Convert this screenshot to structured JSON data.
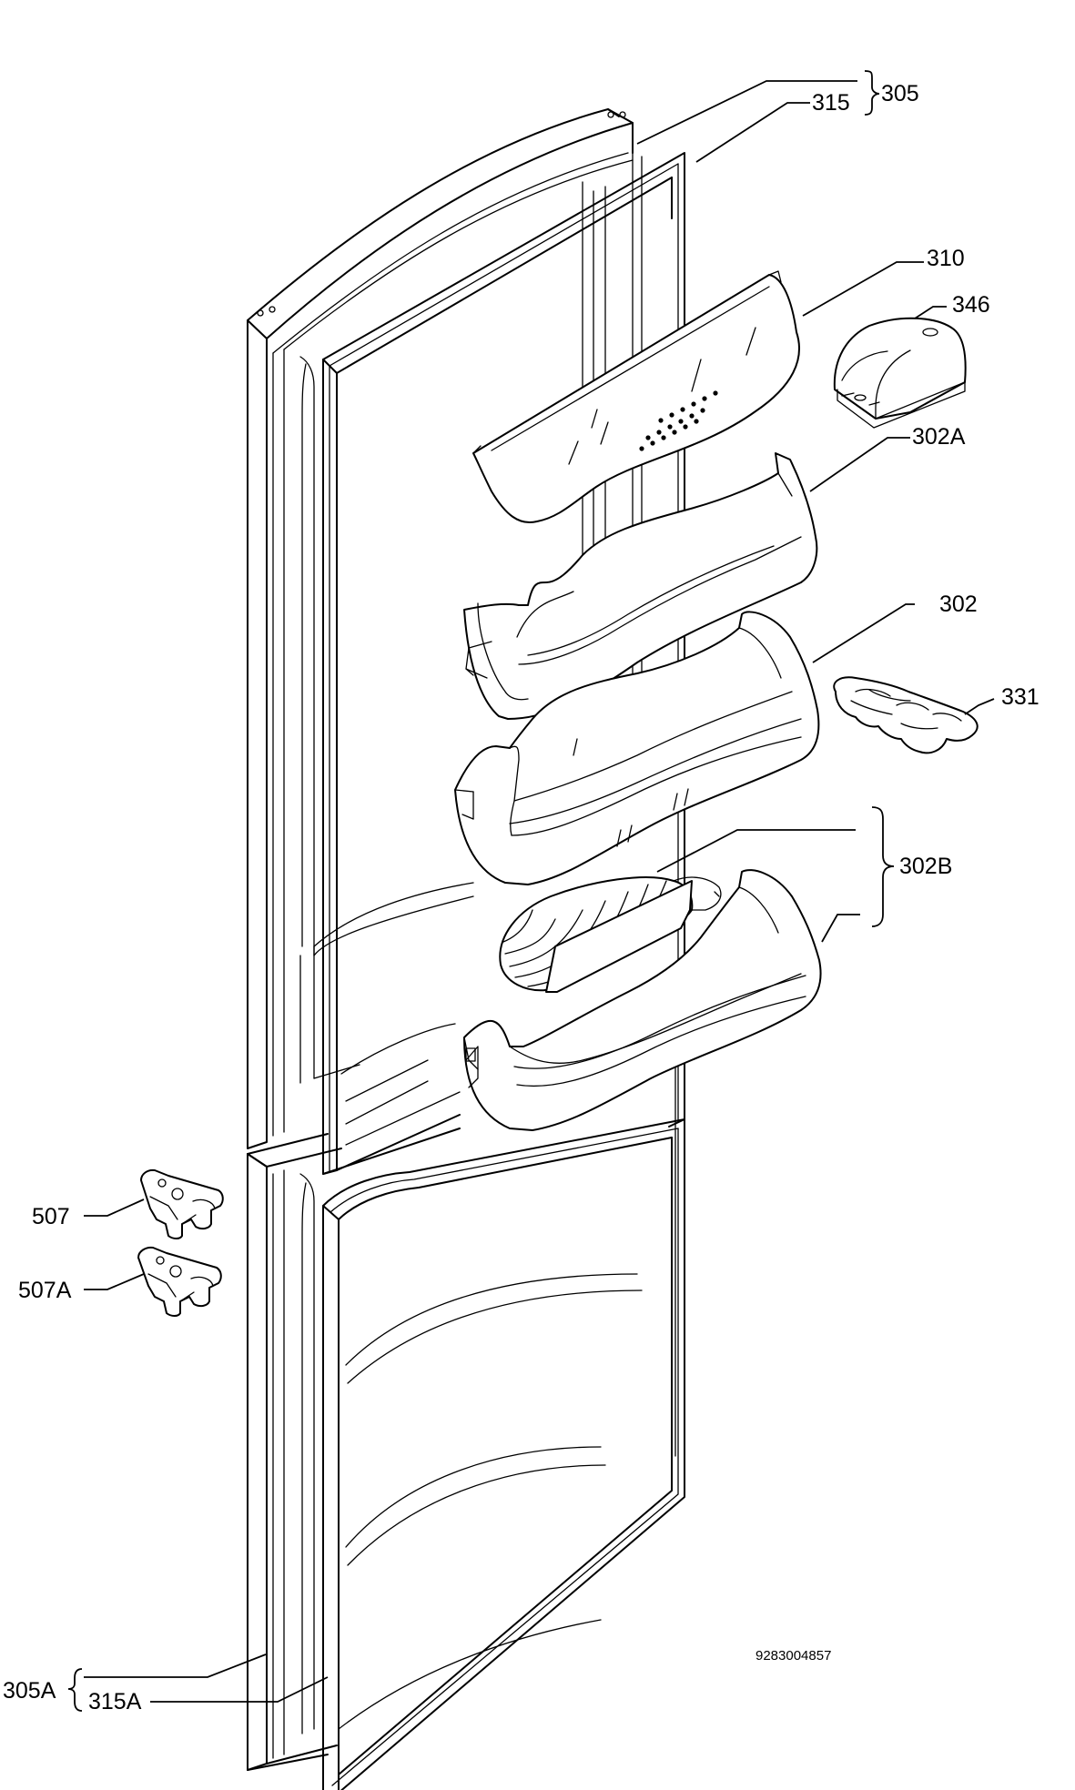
{
  "diagram": {
    "labels": {
      "l305": "305",
      "l315": "315",
      "l310": "310",
      "l346": "346",
      "l302A": "302A",
      "l302": "302",
      "l331": "331",
      "l302B": "302B",
      "l507": "507",
      "l507A": "507A",
      "l305A": "305A",
      "l315A": "315A"
    },
    "drawing_number": "9283004857"
  }
}
